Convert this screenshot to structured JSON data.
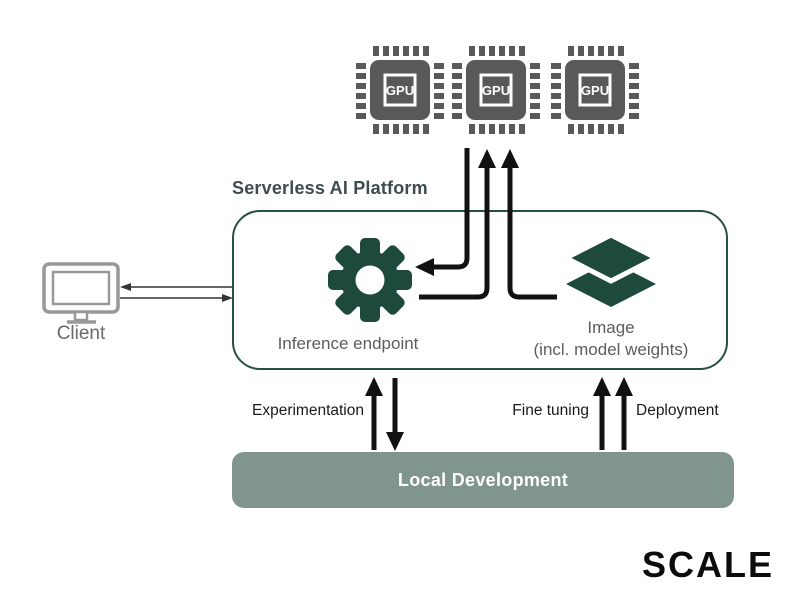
{
  "diagram": {
    "title": "Serverless AI Platform",
    "gpu": {
      "labels": [
        "GPU",
        "GPU",
        "GPU"
      ]
    },
    "client": {
      "label": "Client"
    },
    "platform": {
      "inference_endpoint": {
        "label": "Inference endpoint"
      },
      "image": {
        "label": "Image",
        "sublabel": "(incl. model weights)"
      }
    },
    "flows": {
      "experimentation": {
        "label": "Experimentation"
      },
      "fine_tuning": {
        "label": "Fine tuning"
      },
      "deployment": {
        "label": "Deployment"
      }
    },
    "local_development": {
      "label": "Local Development"
    },
    "brand": {
      "logo_text": "SCALE"
    },
    "colors": {
      "accent_green": "#1d4a3c",
      "box_border_green": "#28503f",
      "gpu_gray": "#58595b",
      "bar_sage": "#80958e",
      "title_slate": "#3e4c50",
      "label_gray": "#5d5d5d",
      "arrow_black": "#111111"
    }
  }
}
